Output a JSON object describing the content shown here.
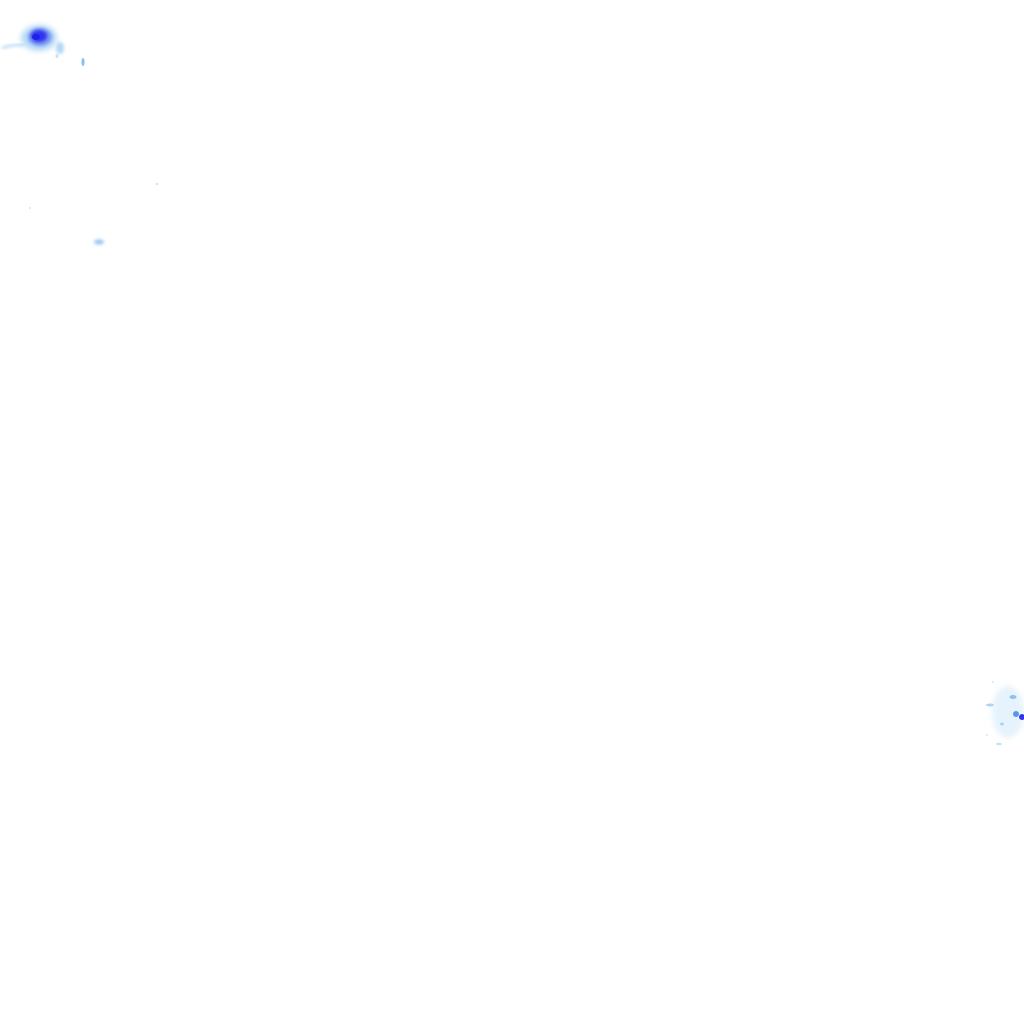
{
  "map": {
    "layer": "precipitation-radar",
    "background_color": "#ffffff",
    "intensity_colors": {
      "light": "#9fcdf2",
      "medium": "#4a8be8",
      "heavy": "#3232f0"
    },
    "cells": [
      {
        "id": "northwest-cell",
        "intensity": "heavy"
      },
      {
        "id": "northwest-fragments",
        "intensity": "light"
      },
      {
        "id": "west-speckle",
        "intensity": "light"
      },
      {
        "id": "east-edge-cluster",
        "intensity": "medium"
      }
    ]
  }
}
